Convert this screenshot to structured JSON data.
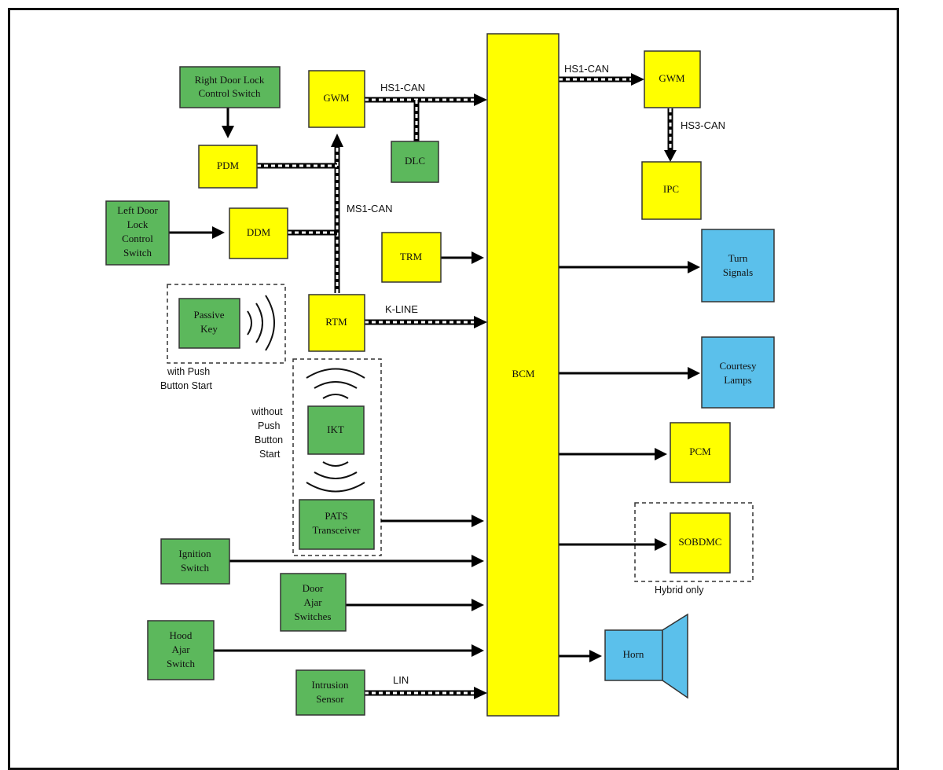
{
  "modules": {
    "bcm": "BCM",
    "gwm_left": "GWM",
    "gwm_right": "GWM",
    "dlc": "DLC",
    "pdm": "PDM",
    "ddm": "DDM",
    "trm": "TRM",
    "rtm": "RTM",
    "ipc": "IPC",
    "ikt": "IKT",
    "pcm": "PCM",
    "sobdmc": "SOBDMC",
    "right_door_switch": [
      "Right Door Lock",
      "Control Switch"
    ],
    "left_door_switch": [
      "Left Door",
      "Lock",
      "Control",
      "Switch"
    ],
    "passive_key": [
      "Passive",
      "Key"
    ],
    "pats": [
      "PATS",
      "Transceiver"
    ],
    "ignition": [
      "Ignition",
      "Switch"
    ],
    "door_ajar": [
      "Door",
      "Ajar",
      "Switches"
    ],
    "hood_ajar": [
      "Hood",
      "Ajar",
      "Switch"
    ],
    "intrusion": [
      "Intrusion",
      "Sensor"
    ],
    "turn_signals": [
      "Turn",
      "Signals"
    ],
    "courtesy_lamps": [
      "Courtesy",
      "Lamps"
    ],
    "horn": "Horn"
  },
  "buses": {
    "hs1_left": "HS1-CAN",
    "hs1_right": "HS1-CAN",
    "hs3": "HS3-CAN",
    "ms1": "MS1-CAN",
    "kline": "K-LINE",
    "lin": "LIN"
  },
  "notes": {
    "with_push": [
      "with Push",
      "Button Start"
    ],
    "without_push": [
      "without",
      "Push",
      "Button",
      "Start"
    ],
    "hybrid": "Hybrid only"
  },
  "colors": {
    "module_yellow": "#ffff00",
    "switch_green": "#5cb85c",
    "output_blue": "#5bc0eb"
  }
}
